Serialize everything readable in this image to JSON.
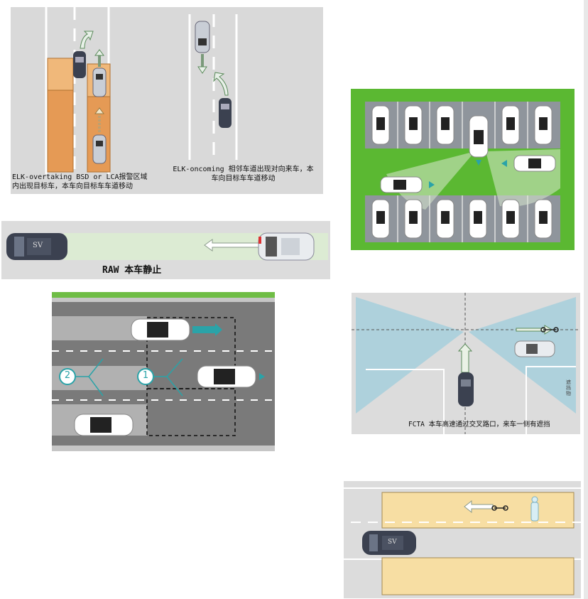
{
  "panels": {
    "elk": {
      "caption_left_1": "ELK-overtaking BSD or LCA报警区域",
      "caption_left_2": "内出现目标车，本车向目标车车道移动",
      "caption_right_1": "ELK-oncoming 相邻车道出现对向来车，本",
      "caption_right_2": "车向目标车车道移动"
    },
    "raw": {
      "sv_label": "SV",
      "caption": "RAW 本车静止"
    },
    "lanes": {
      "marker_1": "1",
      "marker_2": "2"
    },
    "fcta": {
      "caption": "FCTA 本车高速通过交叉路口，来车一侧有遮挡",
      "side_label": "遮挡物"
    },
    "pedestrian": {
      "sv_label": "SV"
    }
  },
  "colors": {
    "road_gray": "#d9d9d9",
    "orange_zone": "#e59a55",
    "green_grass": "#59b834",
    "teal_arrow": "#2aa3a8",
    "light_blue_zone": "#a9cfdb",
    "yellow_zone": "#f7dea3"
  }
}
